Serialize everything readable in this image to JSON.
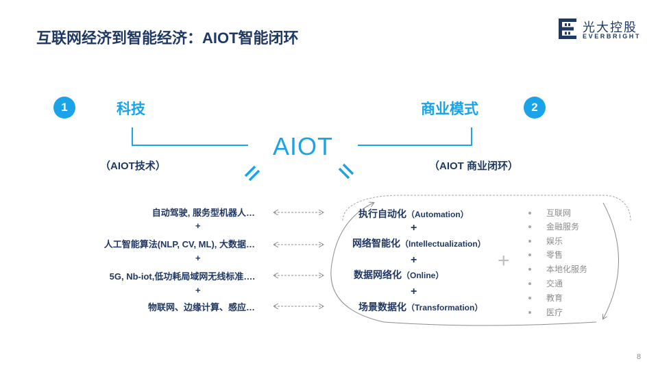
{
  "title": "互联网经济到智能经济：AIOT智能闭环",
  "logo": {
    "name_cn": "光大控股",
    "name_en": "EVERBRIGHT"
  },
  "center_label": "AIOT",
  "pillars": [
    {
      "number": "1",
      "label": "科技",
      "subtitle": "（AIOT技术）"
    },
    {
      "number": "2",
      "label": "商业模式",
      "subtitle": "（AIOT 商业闭环）"
    }
  ],
  "tech_items": [
    "自动驾驶, 服务型机器人…",
    "人工智能算法(NLP, CV, ML), 大数据…",
    "5G, Nb-iot,低功耗局域网无线标准….",
    "物联网、边缘计算、感应…"
  ],
  "plus": "+",
  "business_items": [
    {
      "cn": "执行自动化",
      "en": "（Automation）"
    },
    {
      "cn": "网络智能化",
      "en": "（Intellectualization）"
    },
    {
      "cn": "数据网络化",
      "en": "（Online）"
    },
    {
      "cn": "场景数据化",
      "en": "（Transformation）"
    }
  ],
  "industries": [
    "互联网",
    "金融服务",
    "娱乐",
    "零售",
    "本地化服务",
    "交通",
    "教育",
    "医疗"
  ],
  "page_number": "8",
  "colors": {
    "accent": "#1aa3e8",
    "navy": "#1f3864",
    "gray": "#8c8c8c"
  }
}
